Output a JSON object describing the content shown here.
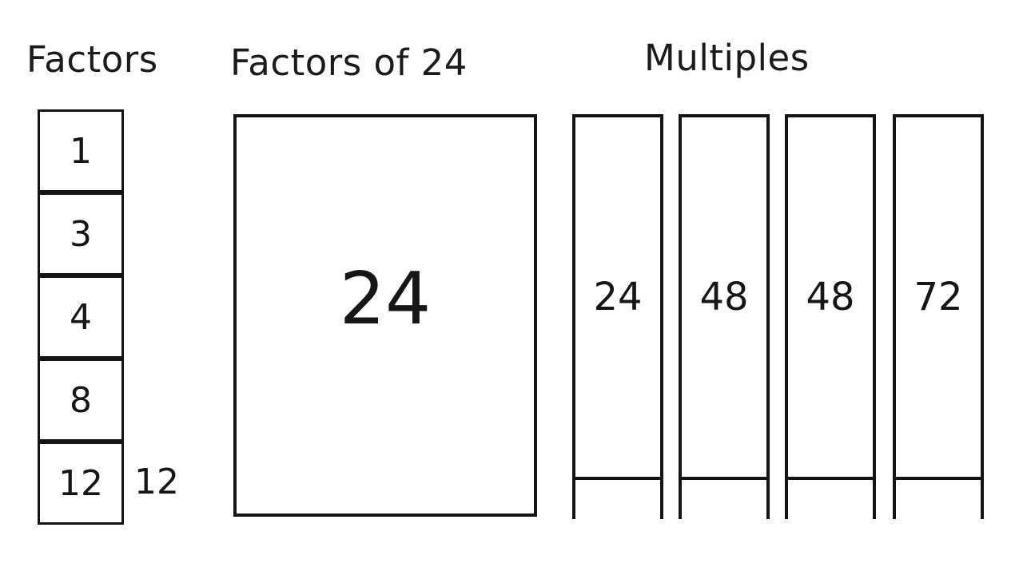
{
  "page": {
    "background_color": "#ffffff",
    "line_color": "#141414",
    "text_color": "#1b1b1b"
  },
  "factors_panel": {
    "title": "Factors",
    "cells": [
      "1",
      "3",
      "4",
      "8",
      "12"
    ],
    "outside_value": "12"
  },
  "factors_of_24_panel": {
    "title": "Factors of 24",
    "value": "24"
  },
  "multiples_panel": {
    "title": "Multiples",
    "columns": [
      "24",
      "48",
      "48",
      "72"
    ]
  }
}
